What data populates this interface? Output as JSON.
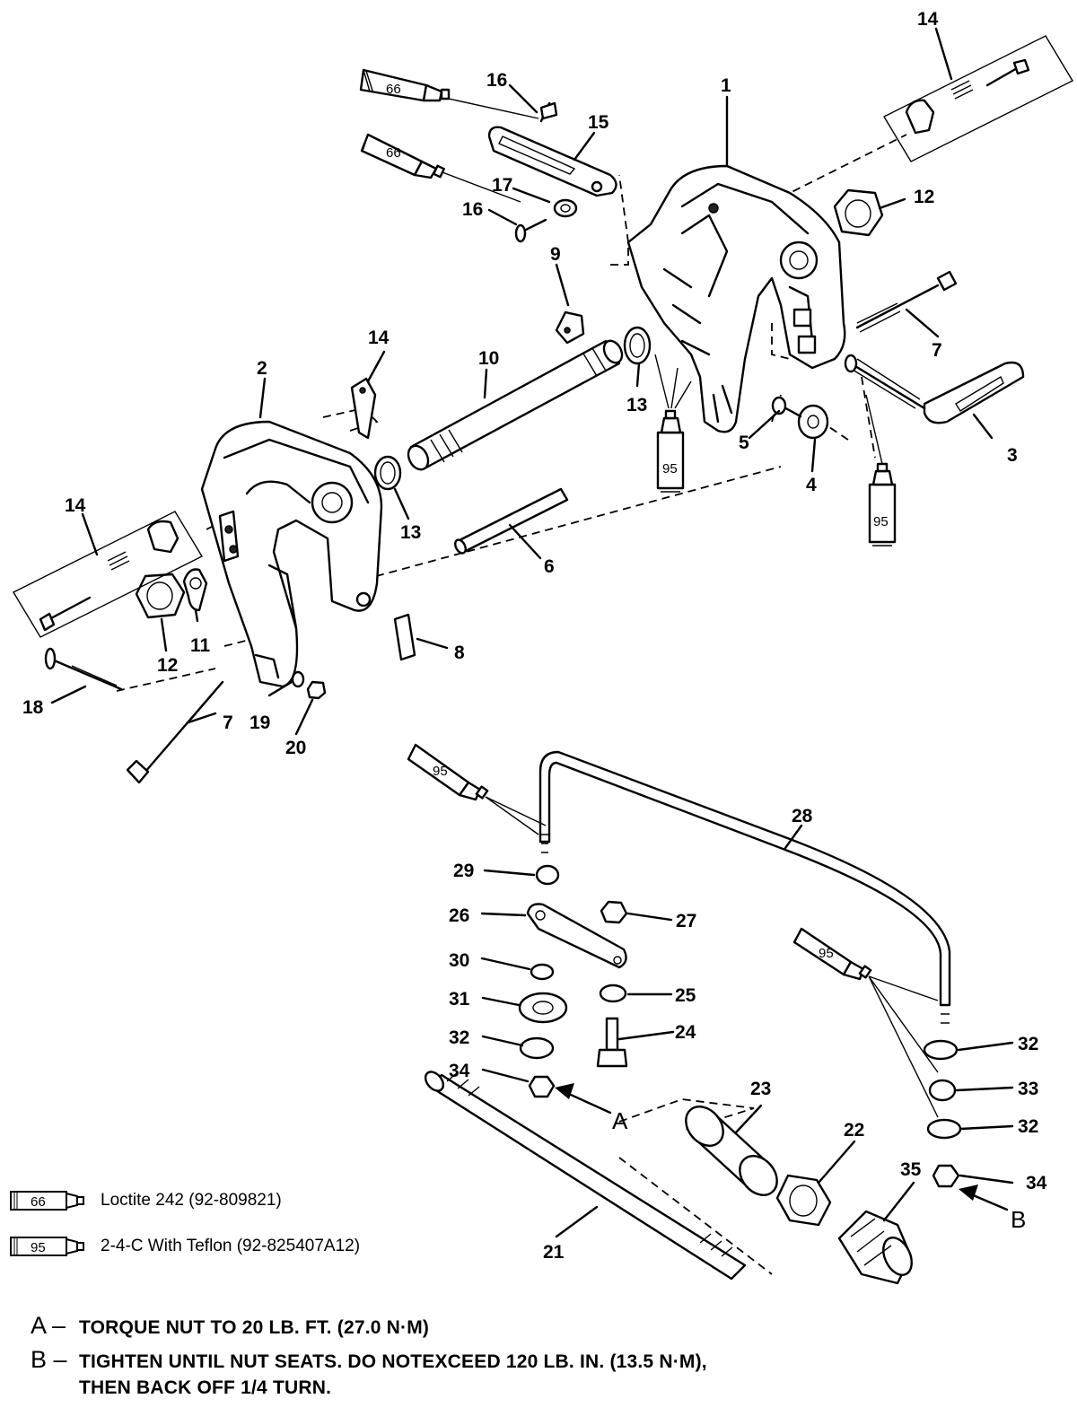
{
  "callouts": {
    "c1": "1",
    "c2": "2",
    "c3": "3",
    "c4": "4",
    "c5": "5",
    "c6": "6",
    "c7a": "7",
    "c7b": "7",
    "c8": "8",
    "c9": "9",
    "c10": "10",
    "c11": "11",
    "c12a": "12",
    "c12b": "12",
    "c13a": "13",
    "c13b": "13",
    "c14a": "14",
    "c14b": "14",
    "c14c": "14",
    "c15": "15",
    "c16a": "16",
    "c16b": "16",
    "c17": "17",
    "c18": "18",
    "c19": "19",
    "c20": "20",
    "c21": "21",
    "c22": "22",
    "c23": "23",
    "c24": "24",
    "c25": "25",
    "c26": "26",
    "c27": "27",
    "c28": "28",
    "c29": "29",
    "c30": "30",
    "c31": "31",
    "c32a": "32",
    "c32b": "32",
    "c32c": "32",
    "c33": "33",
    "c34a": "34",
    "c34b": "34",
    "c35": "35",
    "arrowA": "A",
    "arrowB": "B"
  },
  "tubes": {
    "t1": "66",
    "t2": "66",
    "t3": "95",
    "t4": "95",
    "t5": "95",
    "t6": "95"
  },
  "legend": [
    {
      "code": "66",
      "text": "Loctite 242  (92-809821)"
    },
    {
      "code": "95",
      "text": "2-4-C  With Teflon (92-825407A12)"
    }
  ],
  "notes": [
    {
      "key": "A –",
      "text": "TORQUE NUT TO 20 LB. FT. (27.0 N·M)"
    },
    {
      "key": "B –",
      "text": "TIGHTEN UNTIL NUT SEATS. DO NOTEXCEED 120 LB. IN. (13.5 N·M),"
    },
    {
      "key": "",
      "text": "THEN BACK OFF 1/4 TURN."
    }
  ]
}
